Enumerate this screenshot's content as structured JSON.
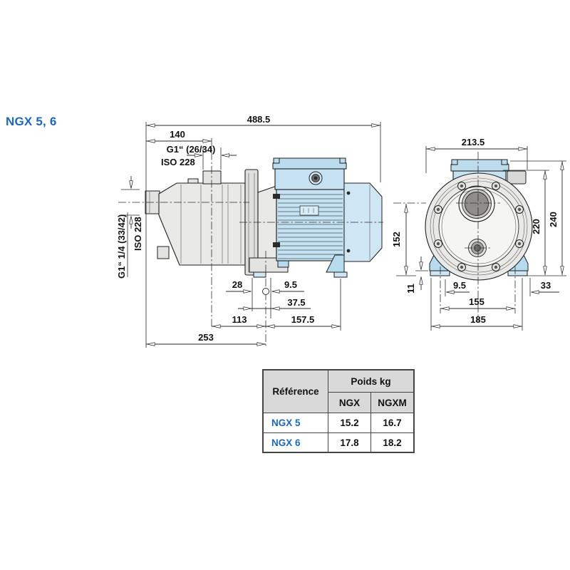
{
  "title": "NGX 5, 6",
  "side_view": {
    "overall_length": "488.5",
    "port_center_offset": "140",
    "discharge_port": "G1“ (26/34)",
    "discharge_iso": "ISO 228",
    "suction_port": "G1“ 1/4 (33/42)",
    "suction_iso": "ISO 228",
    "foot_front_offset": "28",
    "foot_hole_offset": "9.5",
    "foot_slot_width": "37.5",
    "port_to_foot": "113",
    "foot_to_end": "157.5",
    "suction_to_foot": "253"
  },
  "front_view": {
    "overall_width": "213.5",
    "axis_height": "152",
    "body_height": "220",
    "total_height": "240",
    "pad_height": "11",
    "foot_offset": "9.5",
    "edge_offset": "33",
    "foot_spacing": "155",
    "base_width": "185"
  },
  "table": {
    "reference_header": "Référence",
    "weight_header": "Poids kg",
    "columns": [
      "NGX",
      "NGXM"
    ],
    "rows": [
      {
        "reference": "NGX 5",
        "ngx": "15.2",
        "ngxm": "16.7"
      },
      {
        "reference": "NGX 6",
        "ngx": "17.8",
        "ngxm": "18.2"
      }
    ]
  },
  "colors": {
    "accent_blue": "#1e67b8",
    "motor_fill": "#c6e2f2",
    "body_fill": "#e9e9e7",
    "table_header_bg": "#d9d9d9"
  }
}
